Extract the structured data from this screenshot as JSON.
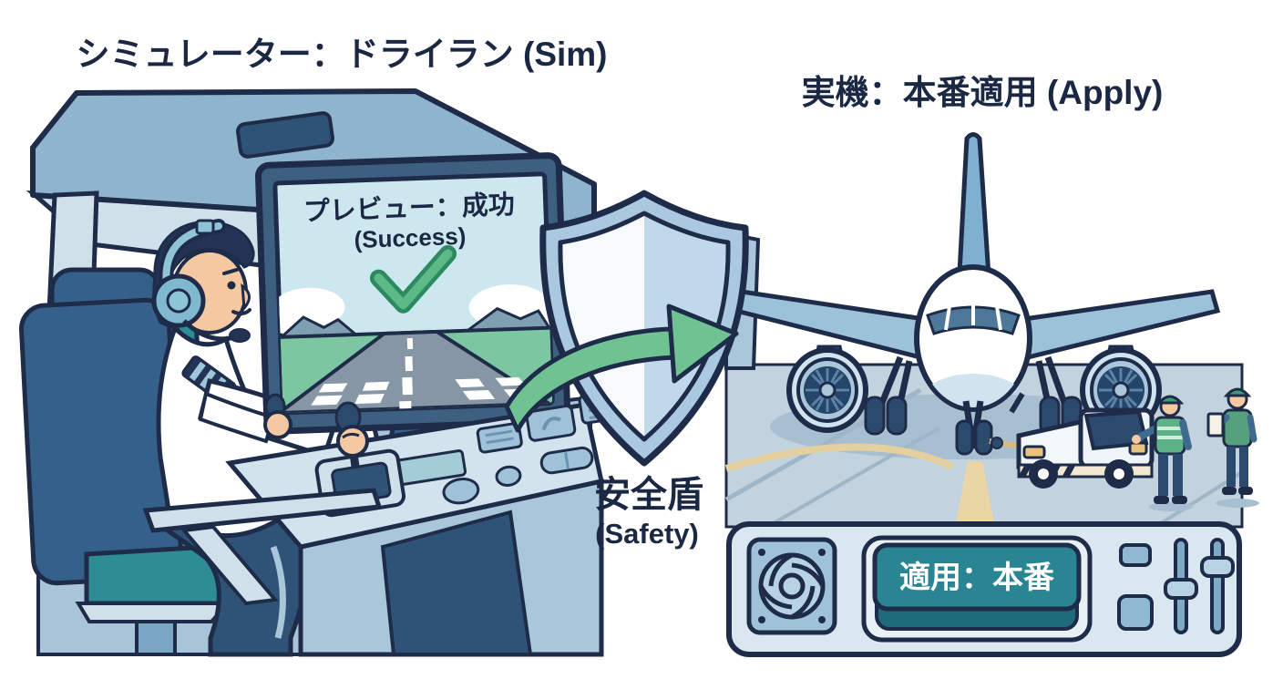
{
  "illustration": {
    "left_title": "シミュレーター：ドライラン (Sim)",
    "right_title": "実機：本番適用 (Apply)",
    "monitor": {
      "status": "プレビュー：成功",
      "status_sub": "(Success)",
      "status_icon": "check-icon"
    },
    "shield": {
      "label": "安全盾",
      "sublabel": "(Safety)",
      "icon": "shield-icon",
      "arrow_icon": "curved-arrow-icon"
    },
    "control_panel": {
      "apply_button": "適用：本番",
      "fan_icon": "fan-vent-icon",
      "sliders": 2
    }
  },
  "colors": {
    "outline_navy": "#1e2c49",
    "title_text": "#1b2844",
    "success_green": "#5eb988",
    "arrow_green": "#6fc393",
    "teal_button": "#2a8593",
    "teal_seat": "#2e8c94",
    "shield_blue": "#bfd9ea",
    "tarmac_blue": "#c2d2de",
    "panel_blue": "#d9e7f0"
  }
}
